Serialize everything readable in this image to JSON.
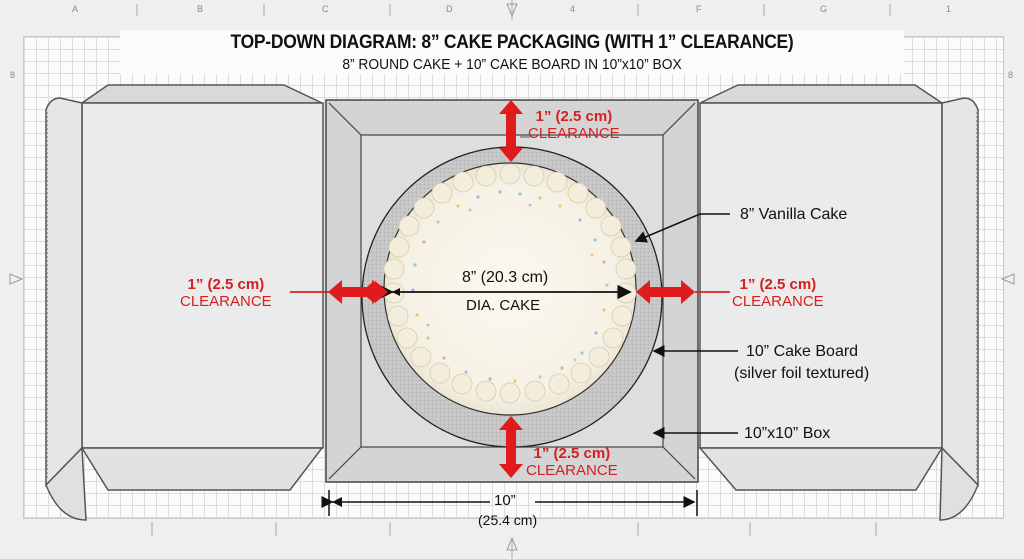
{
  "title": "TOP-DOWN DIAGRAM: 8” CAKE PACKAGING (WITH 1” CLEARANCE)",
  "subtitle": "8” ROUND CAKE + 10” CAKE BOARD IN 10”x10” BOX",
  "ruler": {
    "top": [
      "A",
      "B",
      "C",
      "D",
      "4",
      "F",
      "G",
      "1"
    ],
    "side": "8"
  },
  "clearance": {
    "top": {
      "measure": "1” (2.5 cm)",
      "word": "CLEARANCE"
    },
    "left": {
      "measure": "1” (2.5 cm)",
      "word": "CLEARANCE"
    },
    "right": {
      "measure": "1” (2.5 cm)",
      "word": "CLEARANCE"
    },
    "bottom": {
      "measure": "1” (2.5 cm)",
      "word": "CLEARANCE"
    }
  },
  "cake_dimension": {
    "measure": "8” (20.3 cm)",
    "label": "DIA. CAKE"
  },
  "callouts": {
    "cake": "8” Vanilla Cake",
    "board_line1": "10” Cake Board",
    "board_line2": "(silver foil textured)",
    "box": "10”x10” Box"
  },
  "box_width": {
    "measure": "10”",
    "metric": "(25.4 cm)"
  },
  "colors": {
    "accent_red": "#e01b1b",
    "label_red": "#d42020",
    "board_silver": "#c4c4c4",
    "box_gray": "#d6d6d6"
  }
}
